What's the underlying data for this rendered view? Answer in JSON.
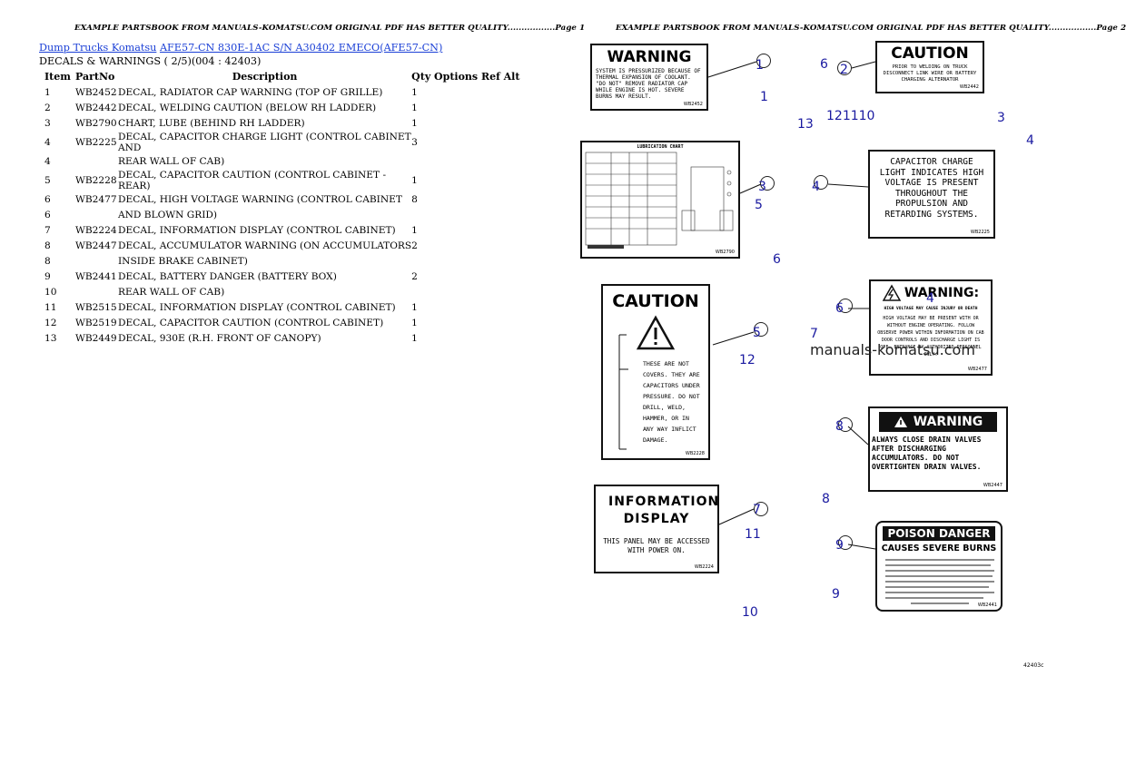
{
  "header": {
    "left": "EXAMPLE PARTSBOOK FROM MANUALS-KOMATSU.COM ORIGINAL PDF HAS BETTER QUALITY.................Page 1",
    "right": "EXAMPLE PARTSBOOK FROM MANUALS-KOMATSU.COM ORIGINAL PDF HAS BETTER QUALITY.................Page 2"
  },
  "breadcrumb": {
    "link1": "Dump Trucks Komatsu",
    "link2": "AFE57-CN 830E-1AC S/N A30402 EMECO(AFE57-CN)"
  },
  "subtitle": "DECALS & WARNINGS ( 2/5)(004 : 42403)",
  "table": {
    "headers": {
      "item": "Item",
      "part": "PartNo",
      "desc": "Description",
      "rest": "Qty Options Ref Alt"
    },
    "rows": [
      {
        "item": "1",
        "part": "WB2452",
        "desc": "DECAL, RADIATOR CAP WARNING (TOP OF GRILLE)",
        "qty": "1"
      },
      {
        "item": "2",
        "part": "WB2442",
        "desc": "DECAL, WELDING CAUTION (BELOW RH LADDER)",
        "qty": "1"
      },
      {
        "item": "3",
        "part": "WB2790",
        "desc": "CHART, LUBE (BEHIND RH LADDER)",
        "qty": "1"
      },
      {
        "item": "4",
        "part": "WB2225",
        "desc": "DECAL, CAPACITOR CHARGE LIGHT (CONTROL CABINET AND",
        "qty": "3"
      },
      {
        "item": "4",
        "part": "",
        "desc": "REAR WALL OF CAB)",
        "qty": ""
      },
      {
        "item": "5",
        "part": "WB2228",
        "desc": "DECAL, CAPACITOR CAUTION (CONTROL CABINET - REAR)",
        "qty": "1"
      },
      {
        "item": "6",
        "part": "WB2477",
        "desc": "DECAL, HIGH VOLTAGE WARNING (CONTROL CABINET",
        "qty": "8"
      },
      {
        "item": "6",
        "part": "",
        "desc": "AND BLOWN GRID)",
        "qty": ""
      },
      {
        "item": "7",
        "part": "WB2224",
        "desc": "DECAL, INFORMATION DISPLAY (CONTROL CABINET)",
        "qty": "1"
      },
      {
        "item": "8",
        "part": "WB2447",
        "desc": "DECAL, ACCUMULATOR WARNING (ON ACCUMULATORS",
        "qty": "2"
      },
      {
        "item": "8",
        "part": "",
        "desc": "INSIDE BRAKE CABINET)",
        "qty": ""
      },
      {
        "item": "9",
        "part": "WB2441",
        "desc": "DECAL, BATTERY DANGER (BATTERY BOX)",
        "qty": "2"
      },
      {
        "item": "10",
        "part": "",
        "desc": "REAR WALL OF CAB)",
        "qty": ""
      },
      {
        "item": "11",
        "part": "WB2515",
        "desc": "DECAL, INFORMATION DISPLAY (CONTROL CABINET)",
        "qty": "1"
      },
      {
        "item": "12",
        "part": "WB2519",
        "desc": "DECAL, CAPACITOR CAUTION (CONTROL CABINET)",
        "qty": "1"
      },
      {
        "item": "13",
        "part": "WB2449",
        "desc": "DECAL, 930E (R.H. FRONT OF CANOPY)",
        "qty": "1"
      }
    ]
  },
  "decals": {
    "radiator": {
      "title": "WARNING",
      "body": "SYSTEM IS PRESSURIZED BECAUSE OF THERMAL EXPANSION OF COOLANT. \"DO NOT\" REMOVE RADIATOR CAP WHILE ENGINE IS HOT. SEVERE BURNS MAY RESULT.",
      "code": "WB2452"
    },
    "welding": {
      "title": "CAUTION",
      "body": "PRIOR TO WELDING ON TRUCK DISCONNECT LINK WIRE OR BATTERY CHARGING ALTERNATOR",
      "code": "WB2442"
    },
    "lube": {
      "title": "LUBRICATION CHART",
      "code": "WB2790"
    },
    "capacitor_light": {
      "body": "CAPACITOR CHARGE LIGHT INDICATES HIGH VOLTAGE IS PRESENT THROUGHOUT THE PROPULSION AND RETARDING SYSTEMS.",
      "code": "WB2225"
    },
    "capacitor_caution": {
      "title": "CAUTION",
      "body": "THESE ARE NOT COVERS. THEY ARE CAPACITORS UNDER PRESSURE. DO NOT DRILL, WELD, HAMMER, OR IN ANY WAY INFLICT DAMAGE.",
      "code": "WB2228"
    },
    "high_voltage": {
      "title": "WARNING:",
      "sub": "HIGH VOLTAGE MAY CAUSE INJURY OR DEATH",
      "body": "HIGH VOLTAGE MAY BE PRESENT WITH OR WITHOUT ENGINE OPERATING. FOLLOW OBSERVE POWER WITHIN INFORMATION ON CAB DOOR CONTROLS AND DISCHARGE LIGHT IS OFF. ENTRANCE BY AUTHORIZED PERSONNEL ONLY.",
      "code": "WB2477"
    },
    "accumulator": {
      "title": "WARNING",
      "body": "ALWAYS CLOSE DRAIN VALVES AFTER DISCHARGING ACCUMULATORS. DO NOT OVERTIGHTEN DRAIN VALVES.",
      "code": "WB2447"
    },
    "info_display": {
      "title": "INFORMATION DISPLAY",
      "body": "THIS PANEL MAY BE ACCESSED WITH POWER ON.",
      "code": "WB2224"
    },
    "battery": {
      "title": "POISON DANGER",
      "sub": "CAUSES SEVERE BURNS",
      "code": "WB2441"
    }
  },
  "watermark": "manuals-komatsu.com",
  "figure_id": "42403c",
  "callouts": [
    "1",
    "2",
    "3",
    "4",
    "5",
    "6",
    "7",
    "8",
    "9"
  ],
  "numbers": [
    "1",
    "6",
    "13",
    "121110",
    "3",
    "4",
    "5",
    "6",
    "4",
    "12",
    "7",
    "8",
    "11",
    "9",
    "10"
  ]
}
